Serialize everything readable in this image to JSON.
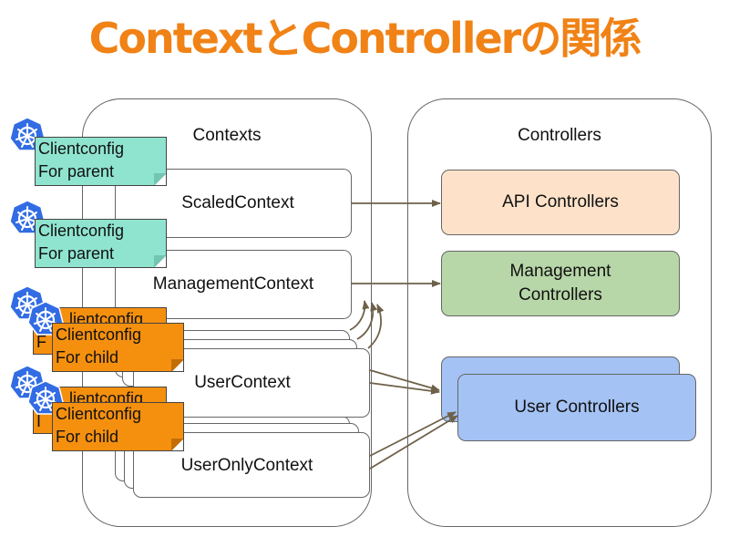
{
  "title": "ContextとControllerの関係",
  "contexts_panel": {
    "label": "Contexts"
  },
  "controllers_panel": {
    "label": "Controllers"
  },
  "contexts": {
    "scaled": "ScaledContext",
    "management": "ManagementContext",
    "user": "UserContext",
    "user_only": "UserOnlyContext"
  },
  "controllers": {
    "api": {
      "label": "API Controllers",
      "color": "#fde2c9"
    },
    "management": {
      "line1": "Management",
      "line2": "Controllers",
      "color": "#b7d7a8"
    },
    "user": {
      "label": "User Controllers",
      "color": "#a4c2f4"
    }
  },
  "clientconfig_notes": {
    "parent": {
      "line1": "Clientconfig",
      "line2": "For parent",
      "color": "#8fe4cf"
    },
    "child": {
      "line1": "Clientconfig",
      "line2": "For child",
      "color": "#f5900f"
    },
    "child_behind": {
      "line1": "lientconfig",
      "line2": "F",
      "line2_alt": "I"
    }
  },
  "icons": {
    "kubernetes": "kubernetes-helm-icon",
    "kubernetes_color": "#326ce5"
  },
  "colors": {
    "title": "#f08216",
    "border": "#666666",
    "arrow": "#6e6149"
  }
}
